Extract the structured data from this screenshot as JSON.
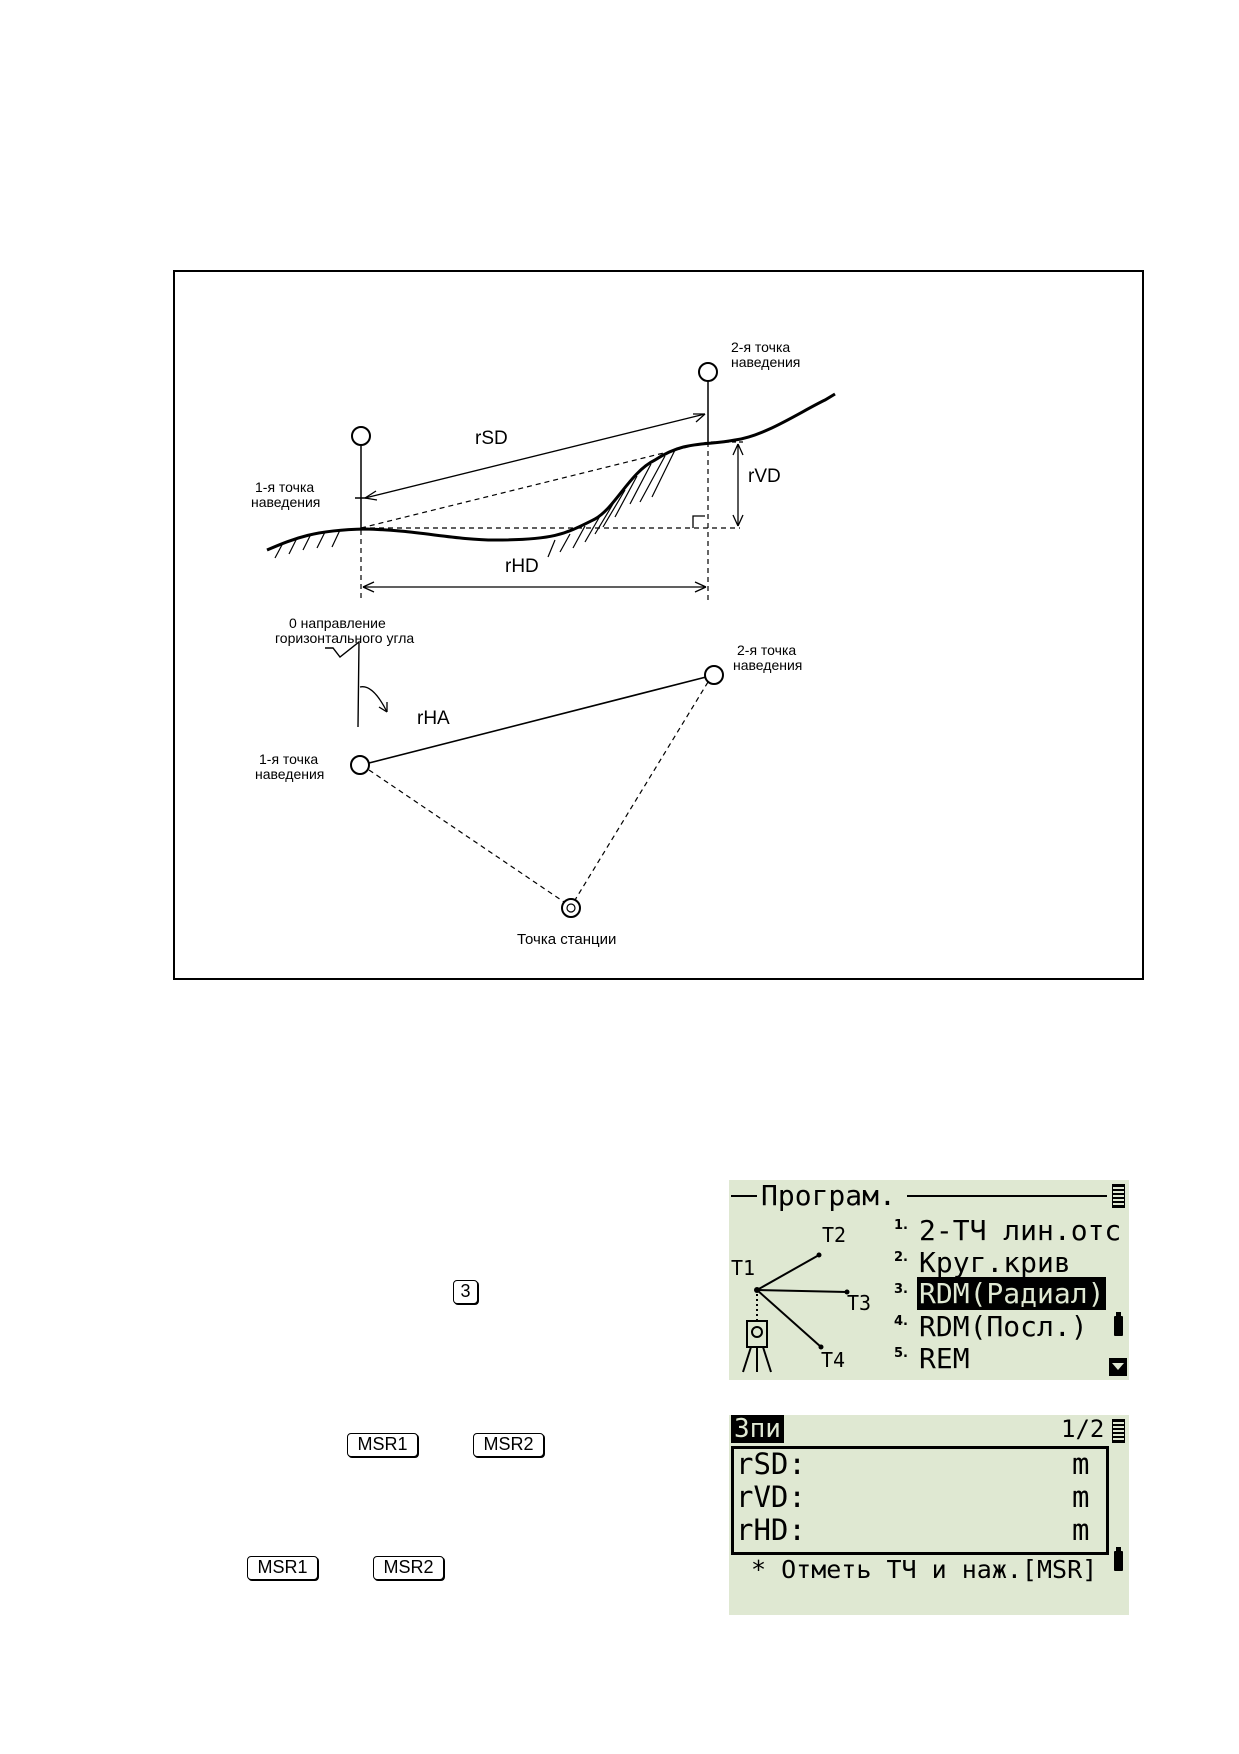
{
  "diagram": {
    "label_second_target": [
      "2-я точка",
      "наведения"
    ],
    "label_first_target": [
      "1-я точка",
      "наведения"
    ],
    "label_rsd": "rSD",
    "label_rvd": "rVD",
    "label_rhd": "rHD",
    "label_zero_direction": [
      "0 направление",
      "горизонтального угла"
    ],
    "label_rha": "rHA",
    "label_second_target_plan": [
      "2-я точка",
      "наведения"
    ],
    "label_first_target_plan": [
      "1-я точка",
      "наведения"
    ],
    "label_station": "Точка станции"
  },
  "keys": {
    "key_3": "3",
    "msr1_a": "MSR1",
    "msr2_a": "MSR2",
    "msr1_b": "MSR1",
    "msr2_b": "MSR2"
  },
  "screen1": {
    "title": "Програм.",
    "t1": "T1",
    "t2": "T2",
    "t3": "T3",
    "t4": "T4",
    "items": [
      {
        "num": "1.",
        "label": "2-ТЧ лин.отс"
      },
      {
        "num": "2.",
        "label": "Круг.крив"
      },
      {
        "num": "3.",
        "label": "RDM(Радиал)"
      },
      {
        "num": "4.",
        "label": "RDM(Посл.)"
      },
      {
        "num": "5.",
        "label": "REM"
      }
    ]
  },
  "screen2": {
    "title": "Зпи",
    "page": "1/2",
    "rows": [
      {
        "label": "rSD:",
        "unit": "m"
      },
      {
        "label": "rVD:",
        "unit": "m"
      },
      {
        "label": "rHD:",
        "unit": "m"
      }
    ],
    "hint": "* Отметь ТЧ и наж.[MSR]"
  }
}
